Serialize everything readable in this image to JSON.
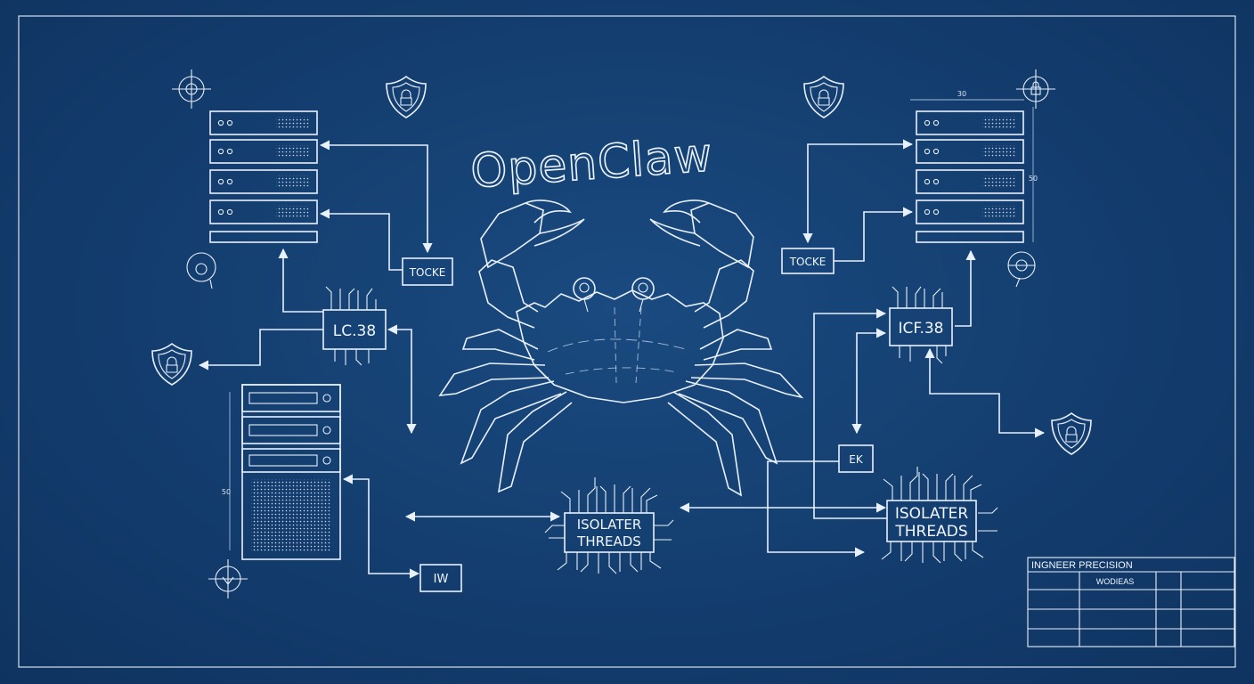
{
  "title": "OpenClaw",
  "labels": {
    "tocke_left": "TOCKE",
    "tocke_right": "TOCKE",
    "lc_chip": "LC.38",
    "icf_chip": "ICF.38",
    "ek_box": "EK",
    "iw_box": "IW",
    "isolater_left_1": "ISOLATER",
    "isolater_left_2": "THREADS",
    "isolater_right_1": "ISOLATER",
    "isolater_right_2": "THREADS"
  },
  "dimensions": {
    "top_right_width": "30",
    "right_height": "50",
    "left_height": "50"
  },
  "title_block": {
    "header": "INGNEER PRECISION",
    "subheader": "WODIEAS"
  },
  "colors": {
    "background": "#133d6e",
    "line": "#e8f0fa"
  }
}
